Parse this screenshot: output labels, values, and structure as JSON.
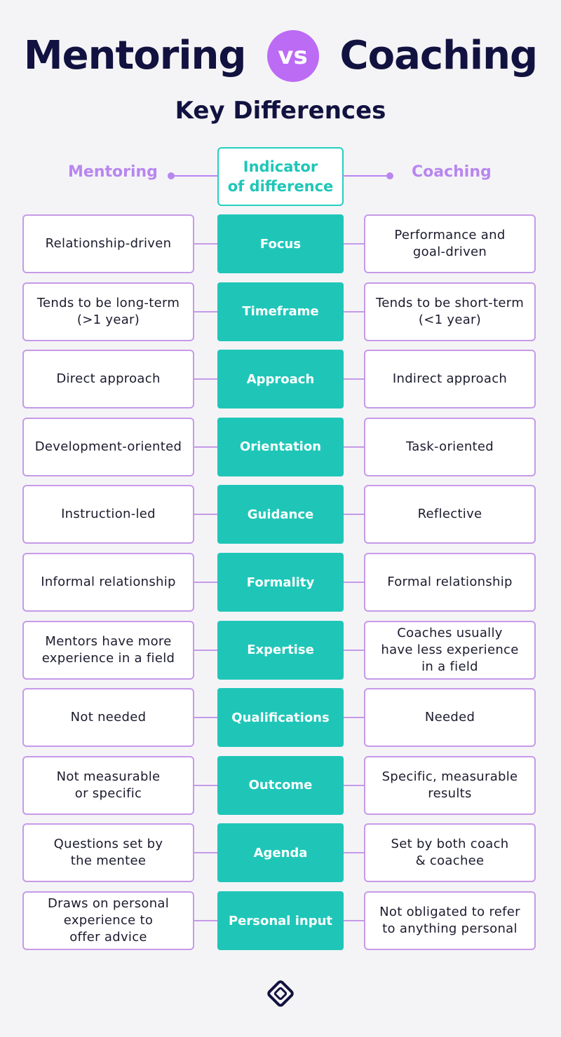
{
  "header": {
    "title_left": "Mentoring",
    "vs": "vs",
    "title_right": "Coaching",
    "subtitle": "Key Differences"
  },
  "legend": {
    "left": "Mentoring",
    "center_line1": "Indicator",
    "center_line2": "of difference",
    "right": "Coaching"
  },
  "colors": {
    "title": "#121240",
    "accent_purple": "#bc6bf5",
    "teal": "#1fc6b8",
    "border_purple": "#c69ae8"
  },
  "rows": [
    {
      "indicator": "Focus",
      "mentoring": [
        "Relationship-driven"
      ],
      "coaching": [
        "Performance and",
        "goal-driven"
      ]
    },
    {
      "indicator": "Timeframe",
      "mentoring": [
        "Tends to be long-term",
        "(>1 year)"
      ],
      "coaching": [
        "Tends to be short-term",
        "(<1 year)"
      ]
    },
    {
      "indicator": "Approach",
      "mentoring": [
        "Direct approach"
      ],
      "coaching": [
        "Indirect approach"
      ]
    },
    {
      "indicator": "Orientation",
      "mentoring": [
        "Development-oriented"
      ],
      "coaching": [
        "Task-oriented"
      ]
    },
    {
      "indicator": "Guidance",
      "mentoring": [
        "Instruction-led"
      ],
      "coaching": [
        "Reflective"
      ]
    },
    {
      "indicator": "Formality",
      "mentoring": [
        "Informal relationship"
      ],
      "coaching": [
        "Formal relationship"
      ]
    },
    {
      "indicator": "Expertise",
      "mentoring": [
        "Mentors have more",
        "experience in a field"
      ],
      "coaching": [
        "Coaches usually",
        "have less experience",
        "in a field"
      ]
    },
    {
      "indicator": "Qualifications",
      "mentoring": [
        "Not needed"
      ],
      "coaching": [
        "Needed"
      ]
    },
    {
      "indicator": "Outcome",
      "mentoring": [
        "Not measurable",
        "or specific"
      ],
      "coaching": [
        "Specific, measurable",
        "results"
      ]
    },
    {
      "indicator": "Agenda",
      "mentoring": [
        "Questions set by",
        "the mentee"
      ],
      "coaching": [
        "Set by both coach",
        "& coachee"
      ]
    },
    {
      "indicator": "Personal input",
      "mentoring": [
        "Draws on personal",
        "experience to",
        "offer advice"
      ],
      "coaching": [
        "Not obligated to refer",
        "to anything personal"
      ]
    }
  ],
  "footer": {
    "logo_icon": "brand-logo-icon"
  }
}
